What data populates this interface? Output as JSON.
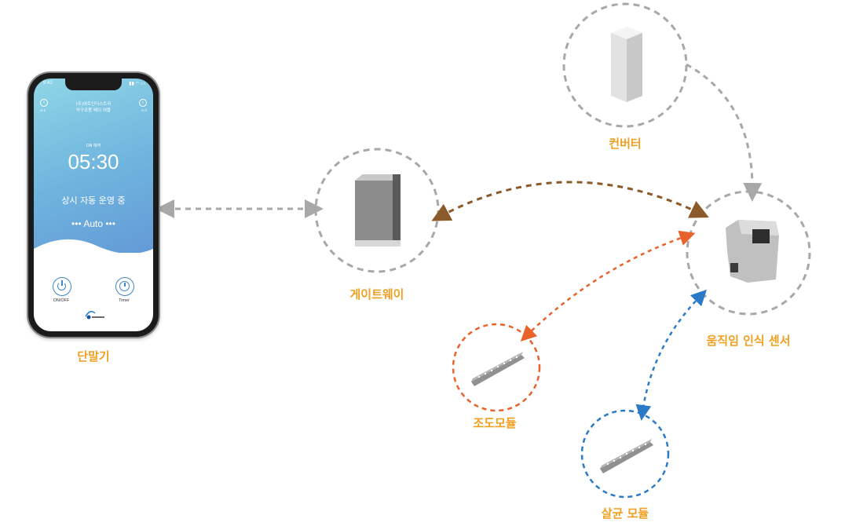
{
  "phone": {
    "status_time": "9:41",
    "nav_left": "A-1",
    "nav_right": "A-2",
    "company_line1": "(주)아트인더스트리",
    "company_line2": "악구조품 페이 어플",
    "timer_caption": "ON 예약",
    "time": "05:30",
    "mode_text": "상시 자동 운영 중",
    "auto_text": "••• Auto •••",
    "onoff_label": "ON/OFF",
    "timer_label": "Timer"
  },
  "labels": {
    "terminal": "단말기",
    "gateway": "게이트웨이",
    "converter": "컨버터",
    "motion_sensor": "움직임 인식 센서",
    "illum_module": "조도모듈",
    "steril_module": "살균 모듈"
  },
  "colors": {
    "label": "#f0a020",
    "grey_link": "#a8a8a8",
    "brown_link": "#8b5a2b",
    "orange_link": "#e8622a",
    "blue_link": "#2a7ac8"
  }
}
